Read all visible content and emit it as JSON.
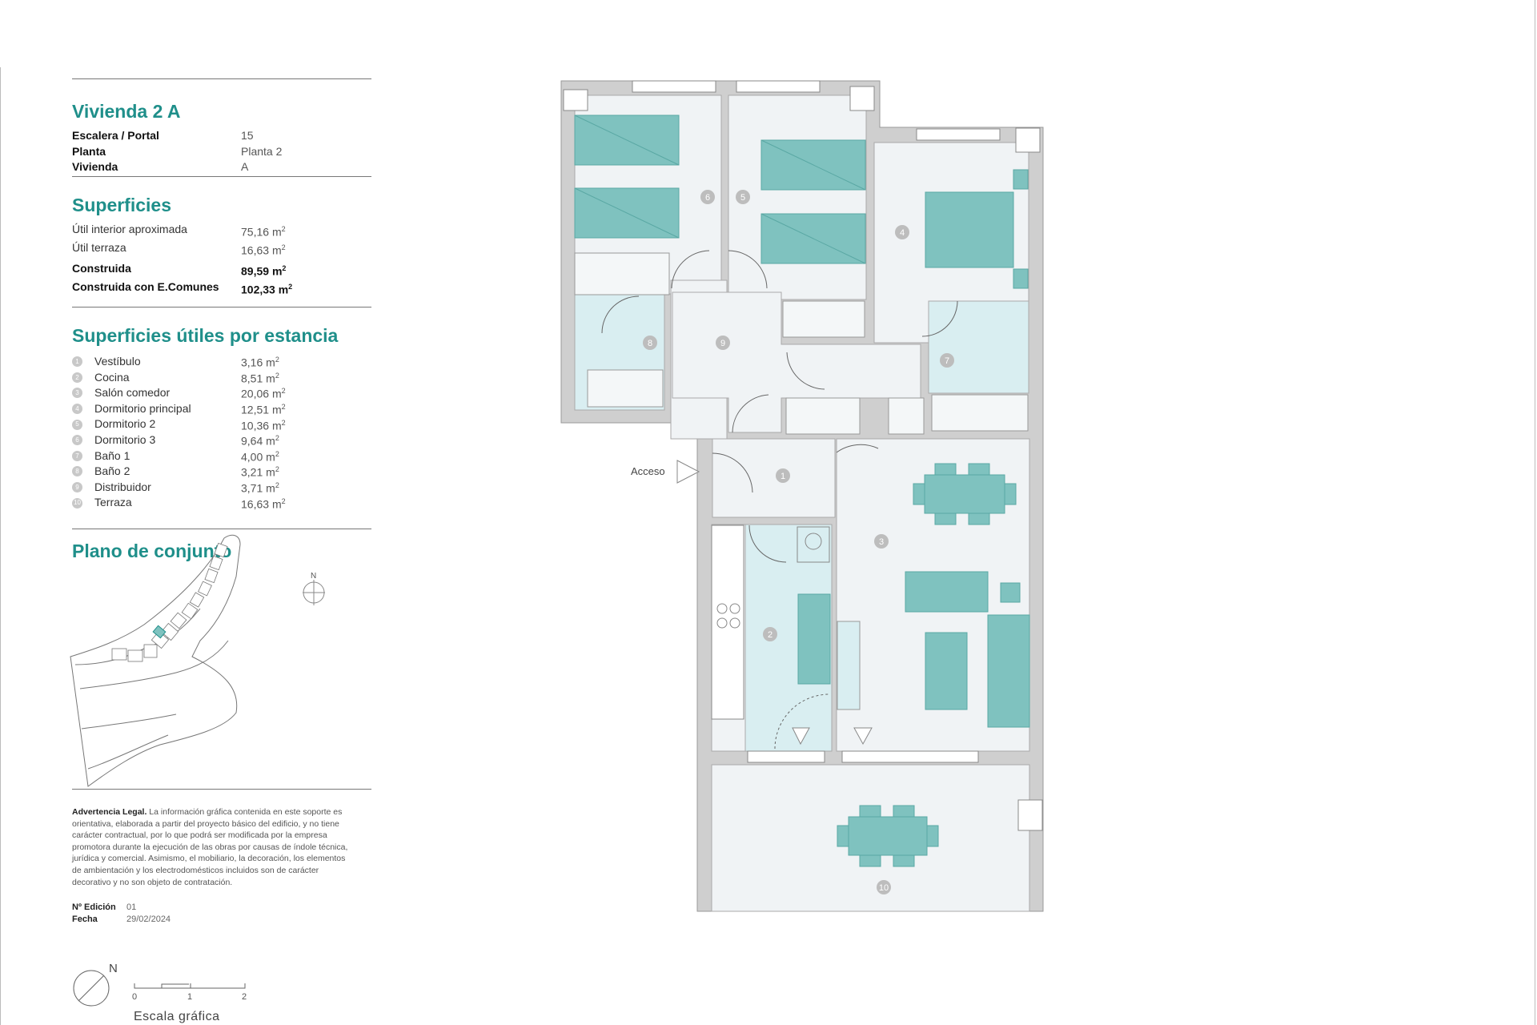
{
  "title": "Vivienda 2 A",
  "details": [
    {
      "label": "Escalera / Portal",
      "value": "15"
    },
    {
      "label": "Planta",
      "value": "Planta 2"
    },
    {
      "label": "Vivienda",
      "value": "A"
    }
  ],
  "surfaces": {
    "heading": "Superficies",
    "unit": "m",
    "unit_exp": "2",
    "rows": [
      {
        "label": "Útil interior aproximada",
        "value": "75,16"
      },
      {
        "label": "Útil terraza",
        "value": "16,63"
      }
    ],
    "bold_rows": [
      {
        "label": "Construida",
        "value": "89,59"
      },
      {
        "label": "Construida con E.Comunes",
        "value": "102,33"
      }
    ]
  },
  "rooms": {
    "heading": "Superficies útiles por estancia",
    "items": [
      {
        "num": "1",
        "name": "Vestíbulo",
        "value": "3,16"
      },
      {
        "num": "2",
        "name": "Cocina",
        "value": "8,51"
      },
      {
        "num": "3",
        "name": "Salón comedor",
        "value": "20,06"
      },
      {
        "num": "4",
        "name": "Dormitorio principal",
        "value": "12,51"
      },
      {
        "num": "5",
        "name": "Dormitorio 2",
        "value": "10,36"
      },
      {
        "num": "6",
        "name": "Dormitorio 3",
        "value": "9,64"
      },
      {
        "num": "7",
        "name": "Baño 1",
        "value": "4,00"
      },
      {
        "num": "8",
        "name": "Baño 2",
        "value": "3,21"
      },
      {
        "num": "9",
        "name": "Distribuidor",
        "value": "3,71"
      },
      {
        "num": "10",
        "name": "Terraza",
        "value": "16,63"
      }
    ]
  },
  "site_plan": {
    "heading": "Plano de conjunto",
    "north": "N"
  },
  "legal": {
    "lead": "Advertencia Legal.",
    "text": "La información gráfica contenida en este soporte es orientativa, elaborada a partir del proyecto básico del edificio, y no tiene carácter contractual, por lo que podrá ser modificada por la empresa promotora durante la ejecución de las obras por causas de índole técnica, jurídica y comercial. Asimismo, el mobiliario, la decoración, los elementos de ambientación y los electrodomésticos incluidos son de carácter decorativo y no son objeto de contratación."
  },
  "edition": [
    {
      "label": "Nº Edición",
      "value": "01"
    },
    {
      "label": "Fecha",
      "value": "29/02/2024"
    }
  ],
  "scale": {
    "north": "N",
    "ticks": [
      "0",
      "1",
      "2"
    ],
    "caption": "Escala gráfica"
  },
  "floorplan": {
    "access_label": "Acceso",
    "room_numbers": [
      "1",
      "2",
      "3",
      "4",
      "5",
      "6",
      "7",
      "8",
      "9",
      "10"
    ]
  },
  "colors": {
    "accent": "#1f8f8a",
    "furniture": "#7fc2bf",
    "wet_room": "#d9eef1",
    "floor": "#f0f3f5",
    "wall": "#cfcfcf"
  }
}
